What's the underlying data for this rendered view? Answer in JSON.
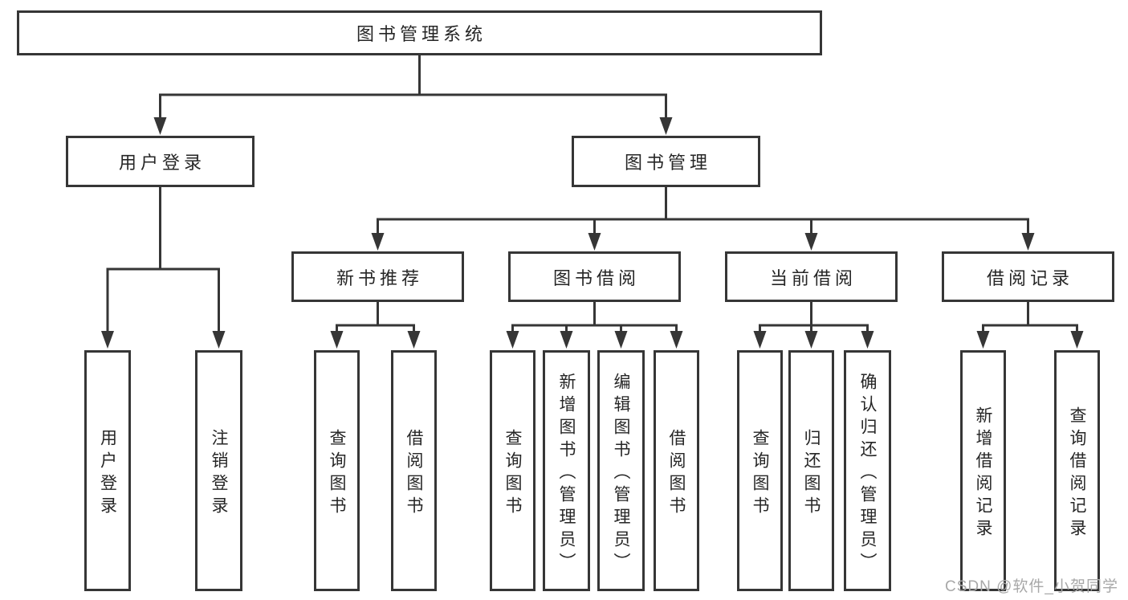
{
  "diagram": {
    "root": {
      "label": "图书管理系统",
      "children": [
        {
          "label": "用户登录",
          "children": [
            {
              "label": "用户登录"
            },
            {
              "label": "注销登录"
            }
          ]
        },
        {
          "label": "图书管理",
          "children": [
            {
              "label": "新书推荐",
              "children": [
                {
                  "label": "查询图书"
                },
                {
                  "label": "借阅图书"
                }
              ]
            },
            {
              "label": "图书借阅",
              "children": [
                {
                  "label": "查询图书"
                },
                {
                  "label": "新增图书（管理员）"
                },
                {
                  "label": "编辑图书（管理员）"
                },
                {
                  "label": "借阅图书"
                }
              ]
            },
            {
              "label": "当前借阅",
              "children": [
                {
                  "label": "查询图书"
                },
                {
                  "label": "归还图书"
                },
                {
                  "label": "确认归还（管理员）"
                }
              ]
            },
            {
              "label": "借阅记录",
              "children": [
                {
                  "label": "新增借阅记录"
                },
                {
                  "label": "查询借阅记录"
                }
              ]
            }
          ]
        }
      ]
    },
    "watermark": "CSDN @软件_小贺同学",
    "colors": {
      "line": "#363636",
      "text": "#262626",
      "watermark": "#a8a8a8",
      "background": "#ffffff"
    }
  }
}
